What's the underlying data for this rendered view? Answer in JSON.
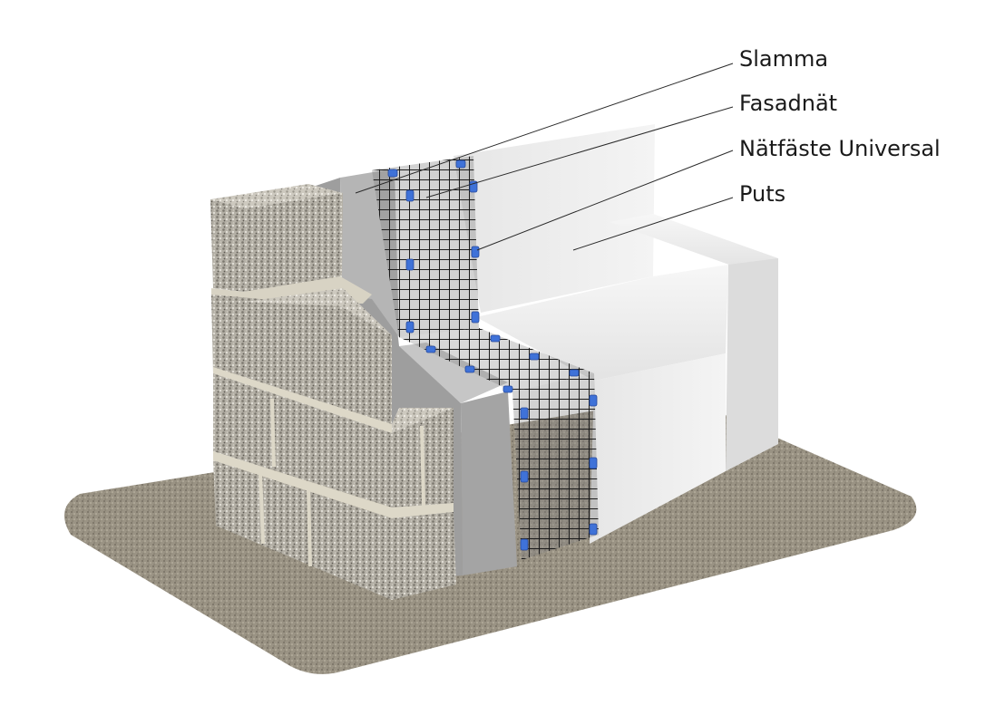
{
  "diagram": {
    "callouts": [
      {
        "id": "slamma",
        "label": "Slamma"
      },
      {
        "id": "fasadnat",
        "label": "Fasadnät"
      },
      {
        "id": "natfaste",
        "label": "Nätfäste Universal"
      },
      {
        "id": "puts",
        "label": "Puts"
      }
    ]
  },
  "colors": {
    "ground": "#938a78",
    "block_front": "#b4b0a6",
    "block_top": "#cdc9bf",
    "slurry": "#a8a8a8",
    "mesh": "#1c1c1c",
    "fastener": "#3f72d8",
    "plaster": "#ececec"
  }
}
